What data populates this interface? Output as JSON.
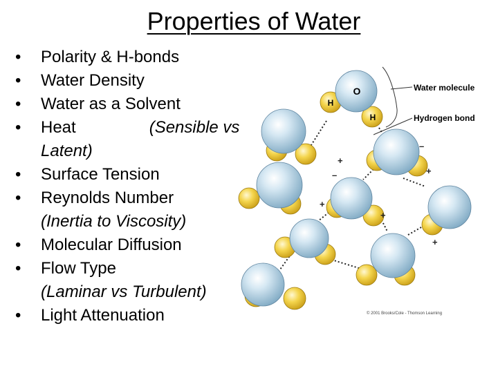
{
  "slide": {
    "title": "Properties of Water",
    "bullets": [
      {
        "text": "Polarity & H-bonds",
        "sub": ""
      },
      {
        "text": "Water Density",
        "sub": ""
      },
      {
        "text": "Water as a Solvent",
        "sub": ""
      },
      {
        "text": "Heat",
        "sub": "(Sensible vs Latent)"
      },
      {
        "text": "Surface Tension",
        "sub": ""
      },
      {
        "text": "Reynolds Number",
        "sub": "(Inertia to Viscosity)"
      },
      {
        "text": "Molecular Diffusion",
        "sub": ""
      },
      {
        "text": "Flow Type",
        "sub": "(Laminar vs Turbulent)"
      },
      {
        "text": "Light Attenuation",
        "sub": ""
      }
    ],
    "bullet_glyph": "•"
  },
  "figure": {
    "label_water_molecule": "Water molecule",
    "label_hydrogen_bond": "Hydrogen bond",
    "atom_oxygen": "O",
    "atom_hydrogen": "H",
    "plus_sign": "+",
    "minus_sign": "–",
    "copyright": "© 2001 Brooks/Cole - Thomson Learning",
    "colors": {
      "oxygen": "#a9cde3",
      "hydrogen": "#f1cf45",
      "outline": "#6f8fa3"
    }
  }
}
